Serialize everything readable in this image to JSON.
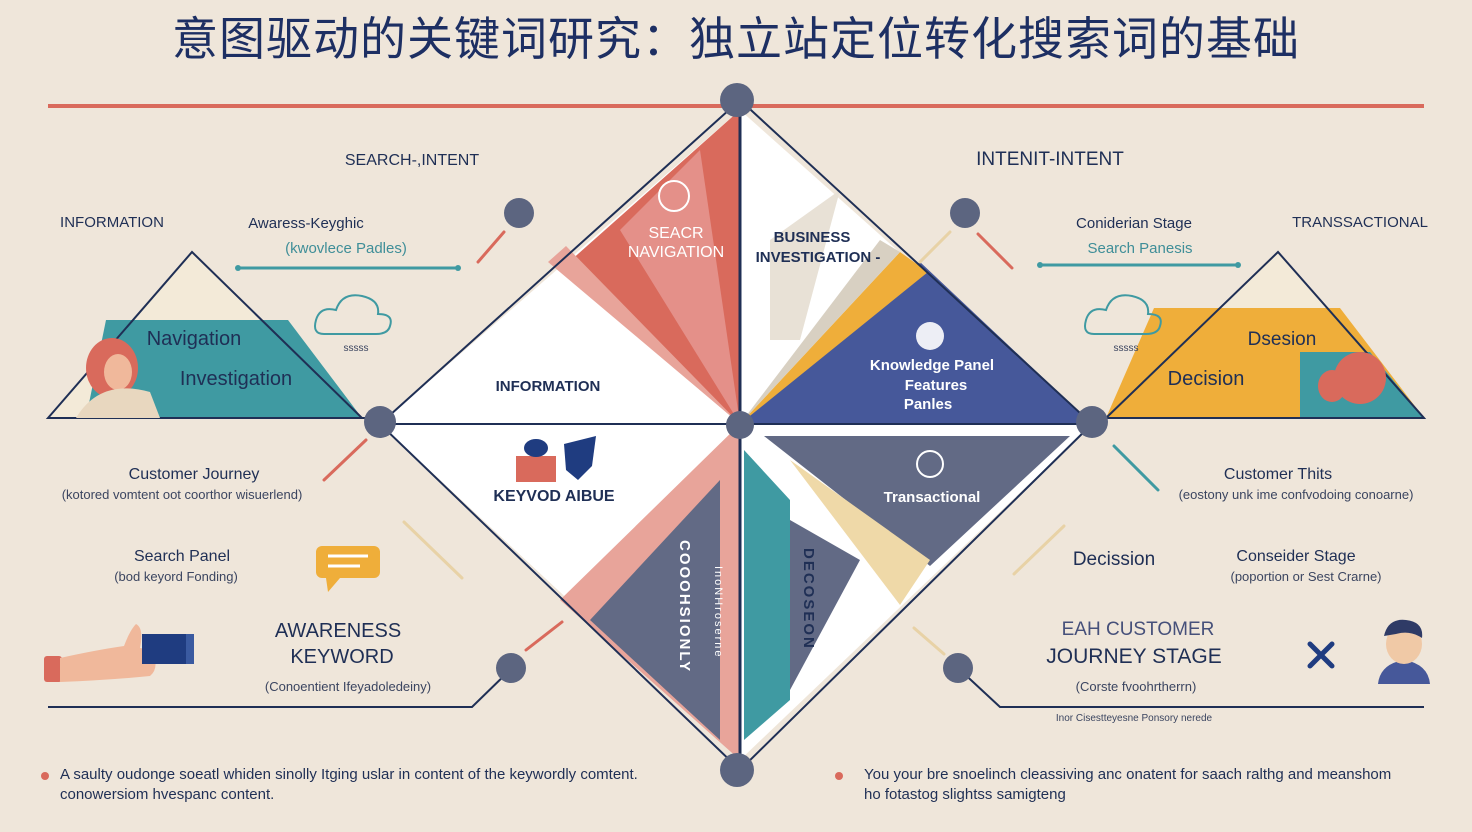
{
  "title": "意图驱动的关键词研究：独立站定位转化搜索词的基础",
  "left": {
    "header": "SEARCH-,INTENT",
    "information": "INFORMATION",
    "awareness_heading": "Awaress-Keyghic",
    "awareness_sub": "(kwovlece Padles)",
    "cloud_caption": "sssss",
    "navigation": "Navigation",
    "investigation": "Investigation",
    "customer_journey": "Customer Journey",
    "customer_journey_sub": "(kotored vomtent oot coorthor wisuerlend)",
    "search_panel": "Search Panel",
    "search_panel_sub": "(bod keyord Fonding)",
    "awareness_keyword_1": "AWARENESS",
    "awareness_keyword_2": "KEYWORD",
    "awareness_keyword_sub": "(Conoentient Ifeyadoledeiny)"
  },
  "right": {
    "header": "INTENIT-INTENT",
    "transactional": "TRANSSACTIONAL",
    "consideration_stage": "Coniderian Stage",
    "search_panels": "Search Panesis",
    "cloud_caption": "sssss",
    "decision_top": "Dsesion",
    "decision": "Decision",
    "customer_traits": "Customer Thits",
    "customer_traits_sub": "(eostony unk ime confvodoing conoarne)",
    "decission": "Decission",
    "consider_stage": "Conseider Stage",
    "consider_stage_sub": "(poportion or Sest Crarne)",
    "each_customer_1": "EAH CUSTOMER",
    "each_customer_2": "JOURNEY STAGE",
    "each_customer_sub": "(Corste fvoohrtherrn)",
    "footnote": "Inor Cisestteyesne Ponsory nerede"
  },
  "center": {
    "search_navigation_1": "SEACR",
    "search_navigation_2": "NAVIGATION",
    "business_1": "BUSINESS",
    "business_2": "INVESTIGATION -",
    "information": "INFORMATION",
    "knowledge_1": "Knowledge Panel",
    "knowledge_2": "Features",
    "knowledge_3": "Panles",
    "keyword_value": "KEYVOD  AIBUE",
    "transactional": "Transactional",
    "vertical_1": "COOOHSIONLY",
    "vertical_2": "InoNHroserne",
    "vertical_3": "DECOSEON"
  },
  "footer": {
    "left_text": "A saulty oudonge soeatl whiden sinolly Itging uslar in content of the keywordly comtent. conowersiom hvespanc content.",
    "right_text": "You your bre snoelinch cleassiving anc onatent for saach ralthg and meanshom ho fotastog slightss samigteng"
  },
  "colors": {
    "background": "#efe6da",
    "navy": "#1f2f55",
    "red": "#d96a5c",
    "teal": "#3f9aa2",
    "yellow": "#efae3a",
    "slate": "#626a85",
    "blue": "#46589a",
    "node": "#5c6580"
  },
  "icons": [
    "cloud-icon",
    "speech-bubble-icon",
    "hand-icon",
    "person-icon",
    "close-icon",
    "badge-icon"
  ]
}
